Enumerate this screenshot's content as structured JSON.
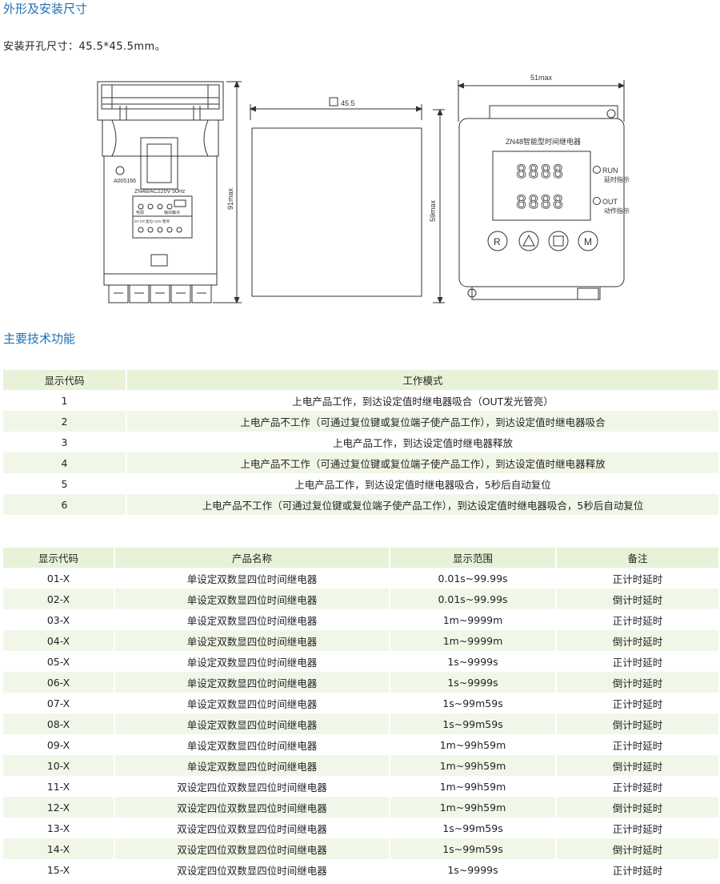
{
  "dimensions_section": {
    "title": "外形及安装尺寸",
    "cutout_text": "安装开孔尺寸：45.5*45.5mm。",
    "drawing": {
      "side_view": {
        "certificate_code": "A005166",
        "model_text": "ZN48/AC220V 50Hz",
        "label_power": "电源",
        "label_output": "输出触点",
        "terminal_labels": "0V  CP  复位+12V 暂停",
        "height_dim": "91max"
      },
      "rear_view": {
        "square_dim": "45.5",
        "height_dim": "59max"
      },
      "front_view": {
        "width_dim": "51max",
        "product_name": "ZN48智能型时间继电器",
        "digits_top": "8888",
        "digits_bottom": "8888",
        "run_label": "RUN",
        "run_desc": "延时指示",
        "out_label": "OUT",
        "out_desc": "动作指示",
        "button_r": "R",
        "button_m": "M"
      }
    }
  },
  "functions_section": {
    "title": "主要技术功能"
  },
  "mode_table": {
    "headers": [
      "显示代码",
      "工作模式"
    ],
    "rows": [
      [
        "1",
        "上电产品工作，到达设定值时继电器吸合（OUT发光管亮）"
      ],
      [
        "2",
        "上电产品不工作（可通过复位键或复位端子使产品工作），到达设定值时继电器吸合"
      ],
      [
        "3",
        "上电产品工作，到达设定值时继电器释放"
      ],
      [
        "4",
        "上电产品不工作（可通过复位键或复位端子使产品工作），到达设定值时继电器释放"
      ],
      [
        "5",
        "上电产品工作，到达设定值时继电器吸合，5秒后自动复位"
      ],
      [
        "6",
        "上电产品不工作（可通过复位键或复位端子使产品工作），到达设定值时继电器吸合，5秒后自动复位"
      ]
    ]
  },
  "product_table": {
    "headers": [
      "显示代码",
      "产品名称",
      "显示范围",
      "备注"
    ],
    "rows": [
      [
        "01-X",
        "单设定双数显四位时间继电器",
        "0.01s~99.99s",
        "正计时延时"
      ],
      [
        "02-X",
        "单设定双数显四位时间继电器",
        "0.01s~99.99s",
        "倒计时延时"
      ],
      [
        "03-X",
        "单设定双数显四位时间继电器",
        "1m~9999m",
        "正计时延时"
      ],
      [
        "04-X",
        "单设定双数显四位时间继电器",
        "1m~9999m",
        "倒计时延时"
      ],
      [
        "05-X",
        "单设定双数显四位时间继电器",
        "1s~9999s",
        "正计时延时"
      ],
      [
        "06-X",
        "单设定双数显四位时间继电器",
        "1s~9999s",
        "倒计时延时"
      ],
      [
        "07-X",
        "单设定双数显四位时间继电器",
        "1s~99m59s",
        "正计时延时"
      ],
      [
        "08-X",
        "单设定双数显四位时间继电器",
        "1s~99m59s",
        "倒计时延时"
      ],
      [
        "09-X",
        "单设定双数显四位时间继电器",
        "1m~99h59m",
        "正计时延时"
      ],
      [
        "10-X",
        "单设定双数显四位时间继电器",
        "1m~99h59m",
        "倒计时延时"
      ],
      [
        "11-X",
        "双设定四位双数显四位时间继电器",
        "1m~99h59m",
        "正计时延时"
      ],
      [
        "12-X",
        "双设定四位双数显四位时间继电器",
        "1m~99h59m",
        "倒计时延时"
      ],
      [
        "13-X",
        "双设定四位双数显四位时间继电器",
        "1s~99m59s",
        "正计时延时"
      ],
      [
        "14-X",
        "双设定四位双数显四位时间继电器",
        "1s~99m59s",
        "倒计时延时"
      ],
      [
        "15-X",
        "双设定四位双数显四位时间继电器",
        "1s~9999s",
        "正计时延时"
      ]
    ]
  }
}
